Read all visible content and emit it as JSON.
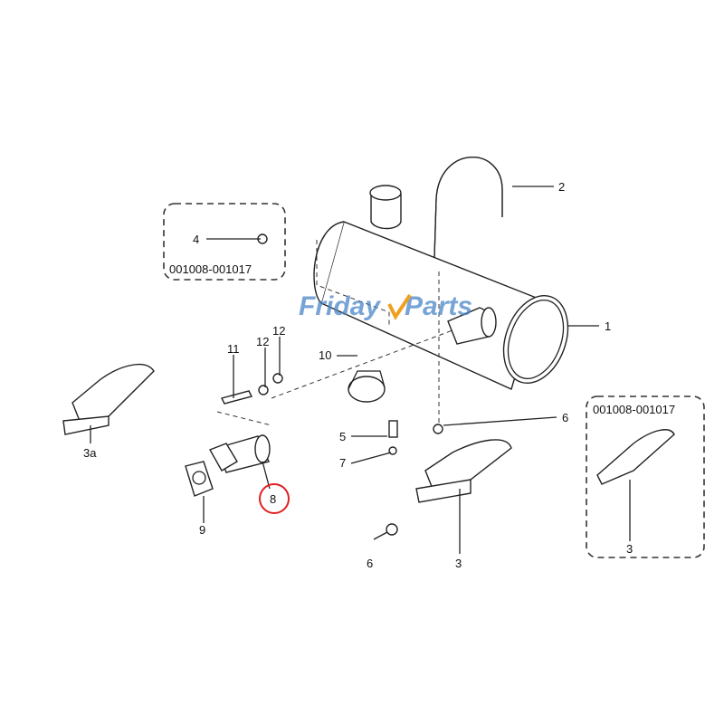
{
  "diagram": {
    "callouts": {
      "c1": "1",
      "c2": "2",
      "c3a": "3a",
      "c3_main": "3",
      "c3_box": "3",
      "c4": "4",
      "c5": "5",
      "c6_top": "6",
      "c6_bottom": "6",
      "c7": "7",
      "c8": "8",
      "c9": "9",
      "c10": "10",
      "c11": "11",
      "c12_left": "12",
      "c12_right": "12"
    },
    "serial_boxes": {
      "left": "001008-001017",
      "right": "001008-001017"
    },
    "highlight": {
      "part": "8",
      "color": "#e02020"
    },
    "watermark": {
      "text_a": "Friday",
      "text_b": "Parts",
      "color": "#4a86c8",
      "accent": "#f0a020"
    }
  }
}
